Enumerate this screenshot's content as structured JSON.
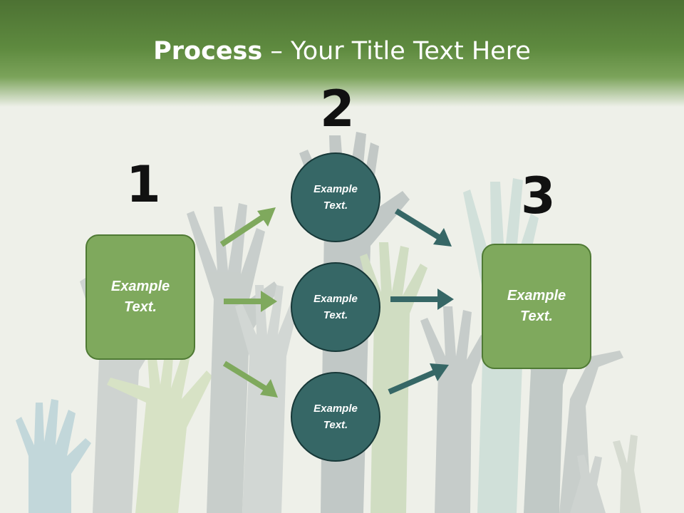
{
  "title": {
    "bold": "Process",
    "rest": " – Your Title Text Here"
  },
  "steps": [
    {
      "number": "1",
      "box": {
        "line1": "Example",
        "line2": "Text."
      }
    },
    {
      "number": "2",
      "circles": [
        {
          "line1": "Example",
          "line2": "Text."
        },
        {
          "line1": "Example",
          "line2": "Text."
        },
        {
          "line1": "Example",
          "line2": "Text."
        }
      ]
    },
    {
      "number": "3",
      "box": {
        "line1": "Example",
        "line2": "Text."
      }
    }
  ],
  "colors": {
    "header_green": "#5e8a3f",
    "box_green": "#7fa95d",
    "circle_teal": "#366766",
    "arrow_green": "#7fa95d",
    "arrow_teal": "#366766",
    "background": "#eef0e9"
  }
}
